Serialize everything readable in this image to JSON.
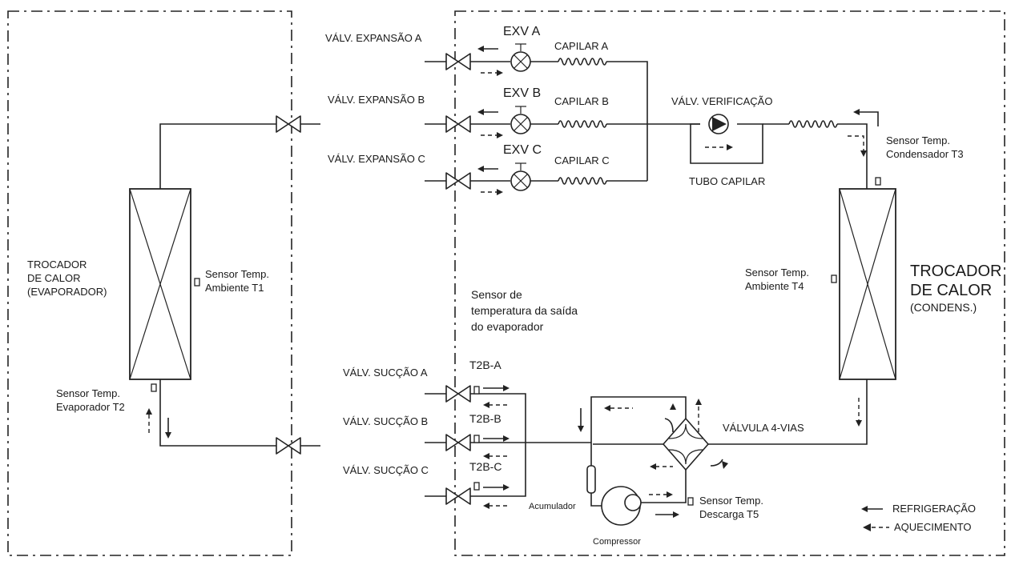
{
  "indoor": {
    "heat_exchanger_label": [
      "TROCADOR",
      "DE CALOR",
      "(EVAPORADOR)"
    ],
    "sensor_t1": [
      "Sensor Temp.",
      "Ambiente T1"
    ],
    "sensor_t2": [
      "Sensor Temp.",
      "Evaporador T2"
    ]
  },
  "expansion_branches": [
    {
      "valve_label": "VÁLV. EXPANSÃO A",
      "exv_label": "EXV A",
      "capillary_label": "CAPILAR A"
    },
    {
      "valve_label": "VÁLV. EXPANSÃO  B",
      "exv_label": "EXV B",
      "capillary_label": "CAPILAR B"
    },
    {
      "valve_label": "VÁLV. EXPANSÃO  C",
      "exv_label": "EXV C",
      "capillary_label": "CAPILAR C"
    }
  ],
  "check_valve_label": "VÁLV. VERIFICAÇÃO",
  "capillary_tube_label": "TUBO CAPILAR",
  "sensor_t3": [
    "Sensor Temp.",
    "Condensador T3"
  ],
  "outdoor": {
    "heat_exchanger_label": [
      "TROCADOR",
      "DE CALOR",
      "(CONDENS.)"
    ],
    "sensor_t4": [
      "Sensor Temp.",
      "Ambiente T4"
    ]
  },
  "outlet_sensor_note": [
    "Sensor de",
    "temperatura da saída",
    "do evaporador"
  ],
  "suction_branches": [
    {
      "valve_label": "VÁLV. SUCÇÃO A",
      "sensor_label": "T2B-A"
    },
    {
      "valve_label": "VÁLV. SUCÇÃO B",
      "sensor_label": "T2B-B"
    },
    {
      "valve_label": "VÁLV. SUCÇÃO C",
      "sensor_label": "T2B-C"
    }
  ],
  "four_way_valve_label": "VÁLVULA 4-VIAS",
  "accumulator_label": "Acumulador",
  "compressor_label": "Compressor",
  "sensor_t5": [
    "Sensor Temp.",
    "Descarga T5"
  ],
  "legend": {
    "cooling_label": "REFRIGERAÇÃO",
    "heating_label": "AQUECIMENTO"
  }
}
